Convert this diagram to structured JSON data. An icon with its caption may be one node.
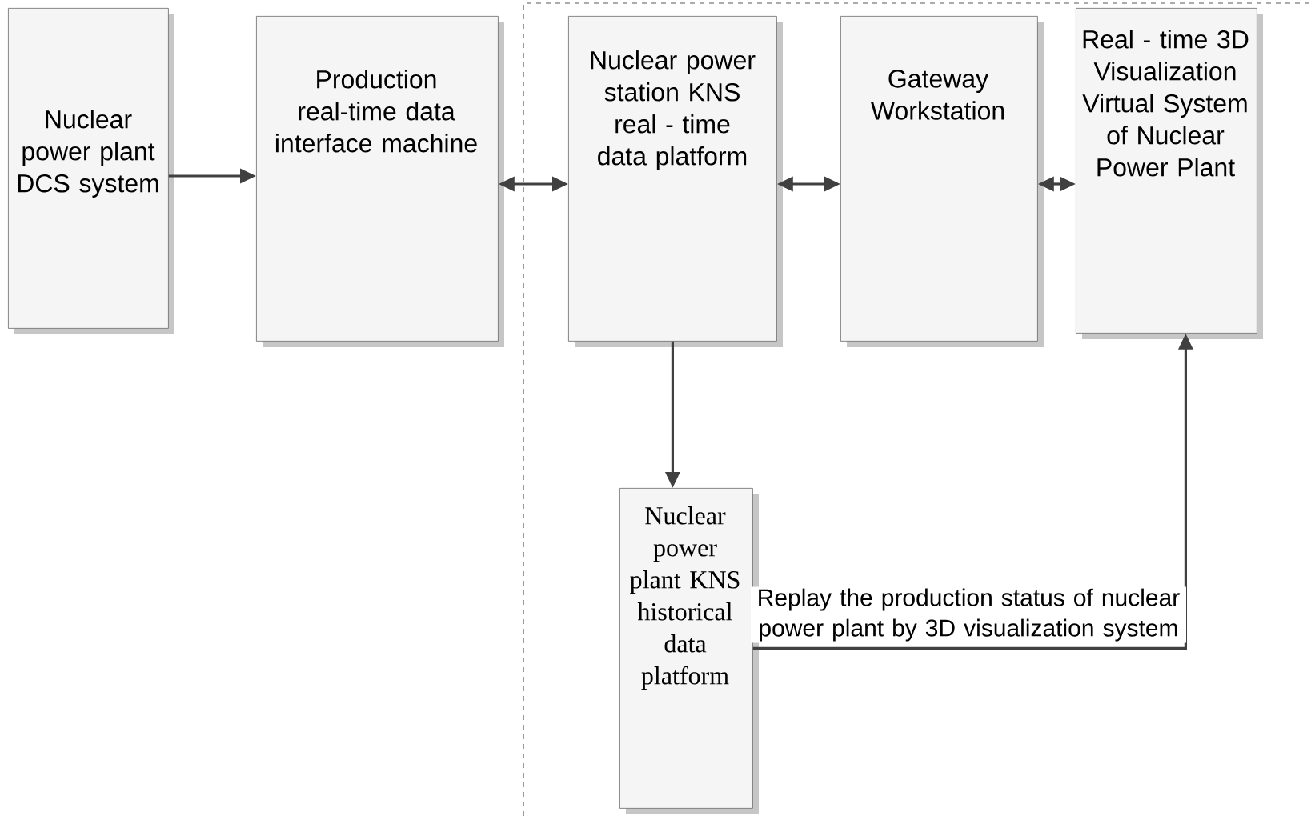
{
  "diagram": {
    "nodes": [
      {
        "text": [
          "Nuclear power plant DCS system"
        ]
      },
      {
        "text": [
          "Production real-time data interface machine"
        ]
      },
      {
        "text": [
          "Nuclear power station KNS real - time data platform"
        ]
      },
      {
        "text": [
          "Gateway Workstation"
        ]
      },
      {
        "text": [
          "Real - time 3D Visualization Virtual System of Nuclear Power Plant"
        ]
      },
      {
        "text": [
          "Nuclear power plant KNS historical data platform"
        ]
      }
    ],
    "edges": [
      {
        "from": 0,
        "to": 1,
        "arrow": "to"
      },
      {
        "from": 1,
        "to": 2,
        "arrow": "both"
      },
      {
        "from": 2,
        "to": 3,
        "arrow": "both"
      },
      {
        "from": 3,
        "to": 4,
        "arrow": "both"
      },
      {
        "from": 2,
        "to": 5,
        "arrow": "to"
      },
      {
        "from": 5,
        "to": 4,
        "arrow": "to",
        "label": "Replay the production status of nuclear power plant by 3D visualization system"
      }
    ]
  }
}
